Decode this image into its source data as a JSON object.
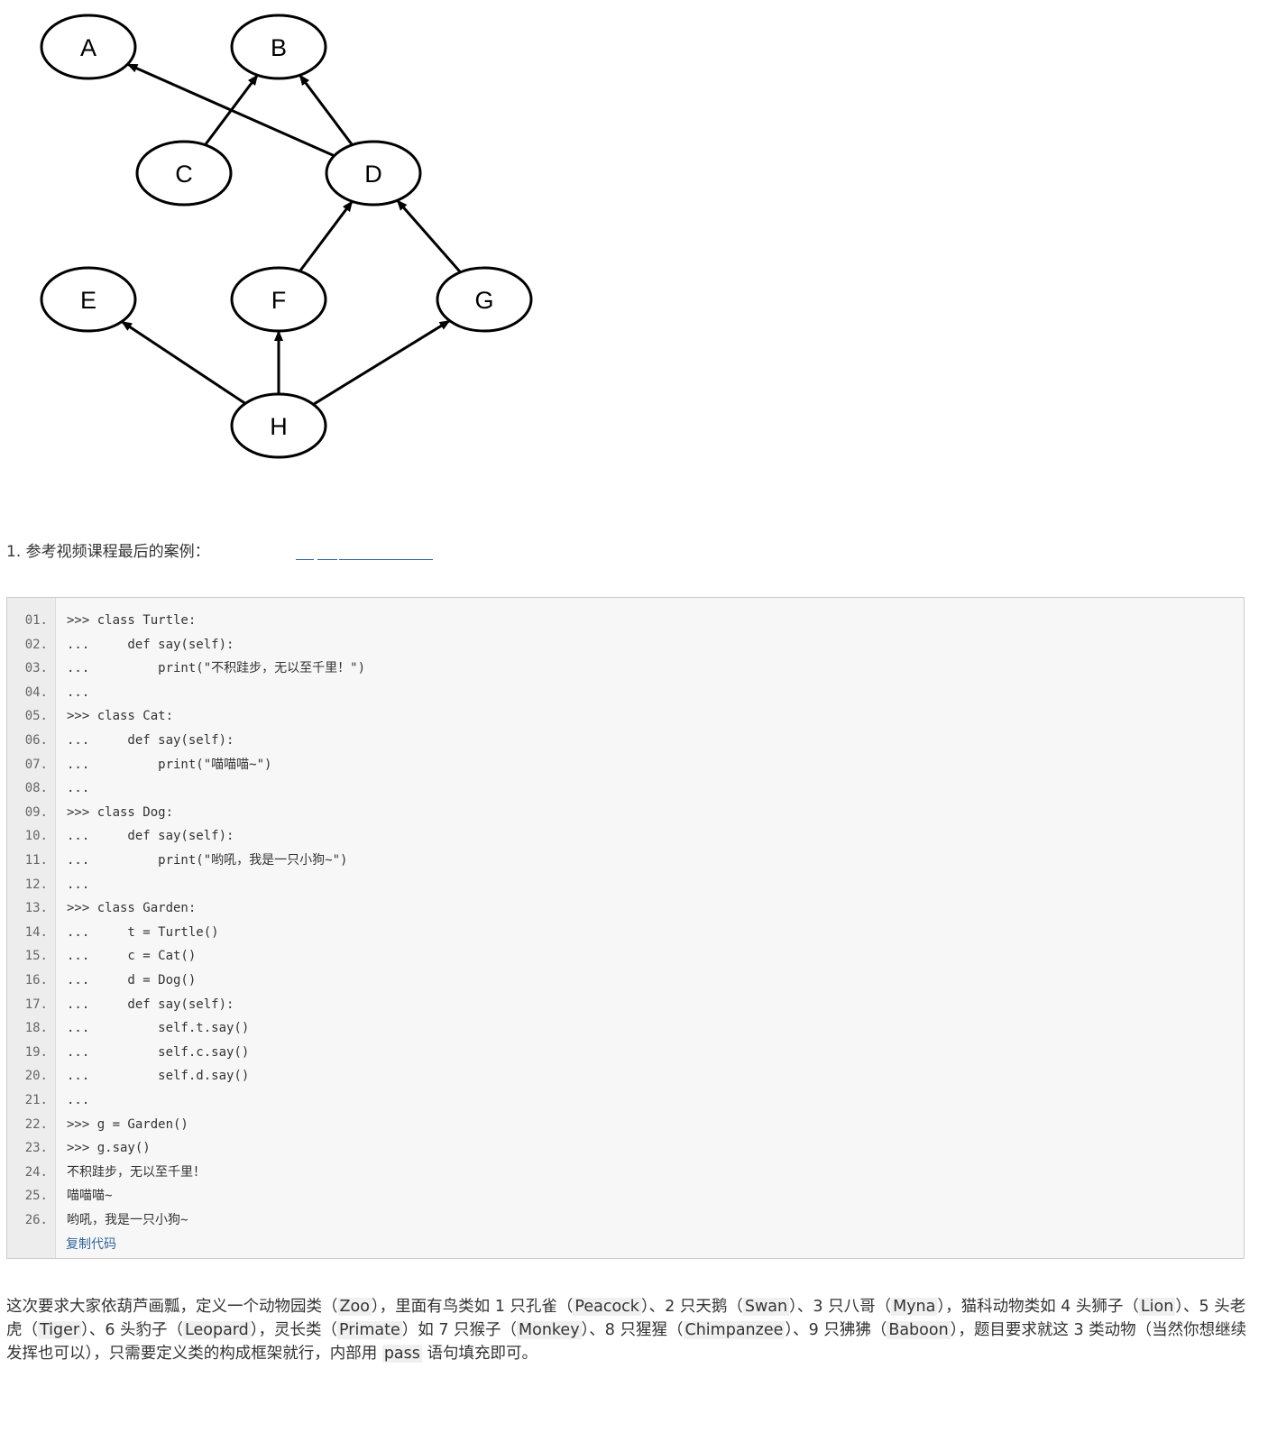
{
  "diagram": {
    "nodes": [
      {
        "id": "A",
        "label": "A"
      },
      {
        "id": "B",
        "label": "B"
      },
      {
        "id": "C",
        "label": "C"
      },
      {
        "id": "D",
        "label": "D"
      },
      {
        "id": "E",
        "label": "E"
      },
      {
        "id": "F",
        "label": "F"
      },
      {
        "id": "G",
        "label": "G"
      },
      {
        "id": "H",
        "label": "H"
      }
    ],
    "edges": [
      {
        "from": "C",
        "to": "B"
      },
      {
        "from": "D",
        "to": "A"
      },
      {
        "from": "D",
        "to": "B"
      },
      {
        "from": "F",
        "to": "D"
      },
      {
        "from": "G",
        "to": "D"
      },
      {
        "from": "H",
        "to": "E"
      },
      {
        "from": "H",
        "to": "F"
      },
      {
        "from": "H",
        "to": "G"
      }
    ]
  },
  "reference": {
    "text": "1. 参考视频课程最后的案例："
  },
  "code": {
    "lines": [
      {
        "num": "01.",
        "text": ">>> class Turtle:"
      },
      {
        "num": "02.",
        "text": "...     def say(self):"
      },
      {
        "num": "03.",
        "text": "...         print(\"不积跬步，无以至千里！\")"
      },
      {
        "num": "04.",
        "text": "..."
      },
      {
        "num": "05.",
        "text": ">>> class Cat:"
      },
      {
        "num": "06.",
        "text": "...     def say(self):"
      },
      {
        "num": "07.",
        "text": "...         print(\"喵喵喵~\")"
      },
      {
        "num": "08.",
        "text": "..."
      },
      {
        "num": "09.",
        "text": ">>> class Dog:"
      },
      {
        "num": "10.",
        "text": "...     def say(self):"
      },
      {
        "num": "11.",
        "text": "...         print(\"哟吼，我是一只小狗~\")"
      },
      {
        "num": "12.",
        "text": "..."
      },
      {
        "num": "13.",
        "text": ">>> class Garden:"
      },
      {
        "num": "14.",
        "text": "...     t = Turtle()"
      },
      {
        "num": "15.",
        "text": "...     c = Cat()"
      },
      {
        "num": "16.",
        "text": "...     d = Dog()"
      },
      {
        "num": "17.",
        "text": "...     def say(self):"
      },
      {
        "num": "18.",
        "text": "...         self.t.say()"
      },
      {
        "num": "19.",
        "text": "...         self.c.say()"
      },
      {
        "num": "20.",
        "text": "...         self.d.say()"
      },
      {
        "num": "21.",
        "text": "..."
      },
      {
        "num": "22.",
        "text": ">>> g = Garden()"
      },
      {
        "num": "23.",
        "text": ">>> g.say()"
      },
      {
        "num": "24.",
        "text": "不积跬步，无以至千里！"
      },
      {
        "num": "25.",
        "text": "喵喵喵~"
      },
      {
        "num": "26.",
        "text": "哟吼，我是一只小狗~"
      }
    ],
    "copy_label": "复制代码"
  },
  "paragraph": {
    "parts": [
      "这次要求大家依葫芦画瓢，定义一个动物园类（",
      "Zoo",
      "），里面有鸟类如 1 只孔雀（",
      "Peacock",
      "）、2 只天鹅（",
      "Swan",
      "）、3 只八哥（",
      "Myna",
      "），猫科动物类如 4 头狮子（",
      "Lion",
      "）、5 头老虎（",
      "Tiger",
      "）、6 头豹子（",
      "Leopard",
      "），灵长类（",
      "Primate",
      "）如 7 只猴子（",
      "Monkey",
      "）、8 只猩猩（",
      "Chimpanzee",
      "）、9 只狒狒（",
      "Baboon",
      "），题目要求就这 3 类动物（当然你想继续发挥也可以），只需要定义类的构成框架就行，内部用 ",
      "pass",
      " 语句填充即可。"
    ]
  }
}
